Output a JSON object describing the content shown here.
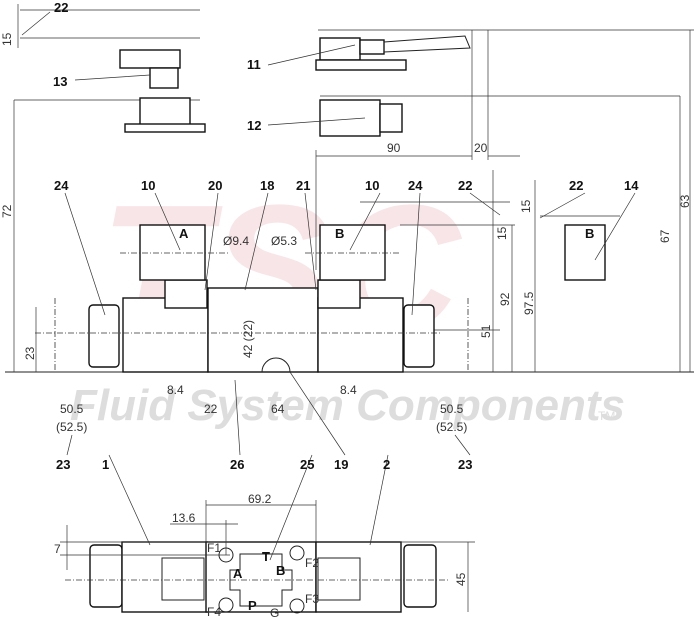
{
  "watermark": {
    "logo": "TSC",
    "text": "Fluid System Components",
    "tm": "TM",
    "logo_color": "#f2c9cc"
  },
  "callouts": {
    "c22_top": "22",
    "c13": "13",
    "c11": "11",
    "c12": "12",
    "c24_left": "24",
    "c10_left": "10",
    "c20": "20",
    "c18": "18",
    "c21": "21",
    "c10_right": "10",
    "c24_right": "24",
    "c22_mid": "22",
    "c22_right": "22",
    "c14": "14",
    "c23_left": "23",
    "c1": "1",
    "c26": "26",
    "c25": "25",
    "c19": "19",
    "c2": "2",
    "c23_right": "23"
  },
  "dimensions": {
    "d15_top": "15",
    "d90": "90",
    "d20": "20",
    "d72": "72",
    "d63": "63",
    "d67": "67",
    "d97_5": "97.5",
    "d92": "92",
    "d51": "51",
    "d15_a": "15",
    "d15_b": "15",
    "d23": "23",
    "d42": "42 (22)",
    "dia9_4": "Ø9.4",
    "dia5_3": "Ø5.3",
    "d8_4_left": "8.4",
    "d8_4_right": "8.4",
    "d22": "22",
    "d64": "64",
    "d50_5_left": "50.5",
    "d52_5_left": "(52.5)",
    "d50_5_right": "50.5",
    "d52_5_right": "(52.5)",
    "d13_6": "13.6",
    "d69_2": "69.2",
    "d7": "7",
    "d45": "45"
  },
  "markings": {
    "solenoid_a": "A",
    "solenoid_b": "B",
    "solenoid_b2": "B",
    "port_a": "A",
    "port_b": "B",
    "port_p": "P",
    "port_t": "T",
    "port_g": "G",
    "f1": "F1",
    "f2": "F2",
    "f3": "F3",
    "f4": "F4"
  }
}
